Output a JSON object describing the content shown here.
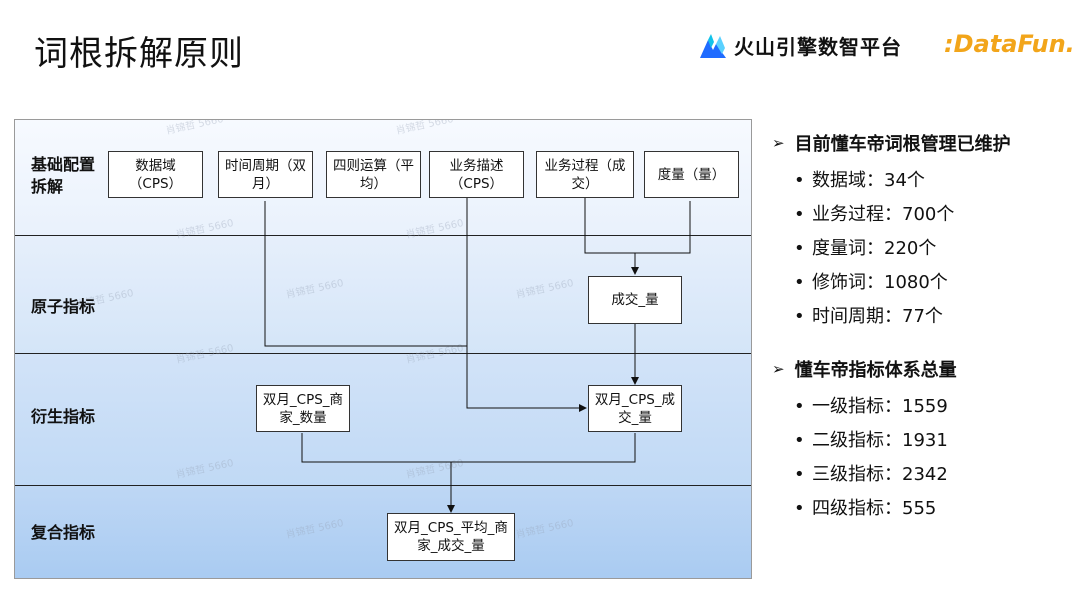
{
  "page": {
    "title": "词根拆解原则"
  },
  "logos": {
    "volc_text": "火山引擎数智平台",
    "datafun_text": ":DataFun."
  },
  "diagram": {
    "rows": [
      {
        "label": "基础配置\n拆解"
      },
      {
        "label": "原子指标"
      },
      {
        "label": "衍生指标"
      },
      {
        "label": "复合指标"
      }
    ],
    "nodes": {
      "data_domain": "数据域\n（CPS）",
      "time_period": "时间周期（双\n月）",
      "arithmetic": "四则运算（平\n均）",
      "biz_desc": "业务描述\n（CPS）",
      "biz_process": "业务过程（成\n交）",
      "measure": "度量（量）",
      "atomic": "成交_量",
      "derived_left": "双月_CPS_商\n家_数量",
      "derived_right": "双月_CPS_成\n交_量",
      "composite": "双月_CPS_平均_商\n家_成交_量"
    },
    "watermark": "肖锦哲 5660"
  },
  "right": {
    "sections": [
      {
        "title": "目前懂车帝词根管理已维护",
        "items": [
          "数据域：34个",
          "业务过程：700个",
          "度量词：220个",
          "修饰词：1080个",
          "时间周期：77个"
        ]
      },
      {
        "title": "懂车帝指标体系总量",
        "items": [
          "一级指标：1559",
          "二级指标：1931",
          "三级指标：2342",
          "四级指标：555"
        ]
      }
    ]
  },
  "colors": {
    "band_top": "#f6f9fe",
    "band_bottom": "#a9cbf2",
    "datafun": "#f2a51a",
    "volc_blue": "#1f6bff"
  }
}
